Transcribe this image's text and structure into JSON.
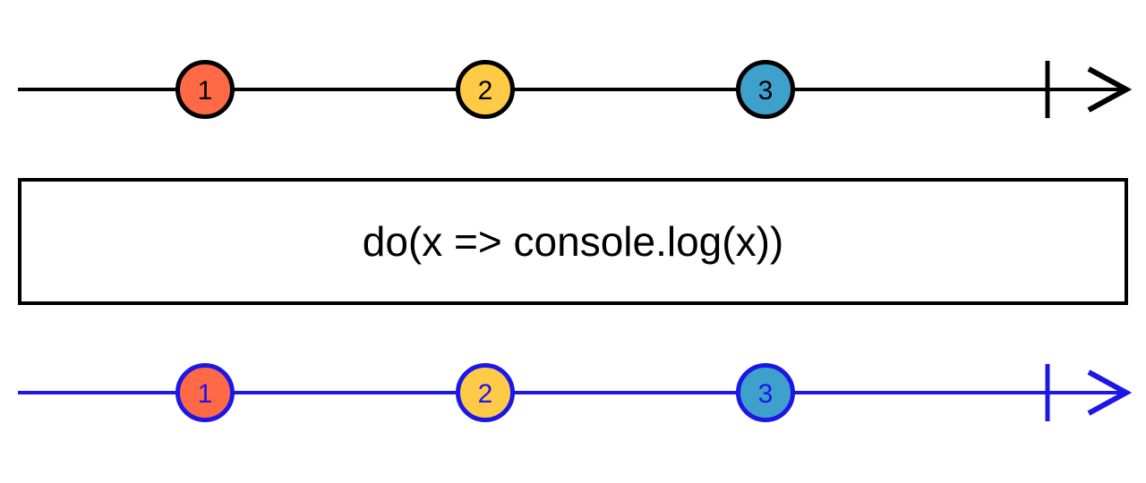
{
  "diagram": {
    "type": "marble-diagram",
    "operator": {
      "label": "do(x => console.log(x))"
    },
    "colors": {
      "background": "#ffffff",
      "input_stroke": "#000000",
      "output_stroke": "#1c16e8",
      "marble_orange": "#ff6946",
      "marble_yellow": "#ffcb46",
      "marble_blue": "#3ea1cb"
    },
    "icons": {
      "arrowhead": "chevron-right-arrowhead",
      "complete_tick": "vertical-completion-bar"
    },
    "input_stream": {
      "marbles": [
        {
          "value": "1",
          "fill": "#ff6946"
        },
        {
          "value": "2",
          "fill": "#ffcb46"
        },
        {
          "value": "3",
          "fill": "#3ea1cb"
        }
      ]
    },
    "output_stream": {
      "marbles": [
        {
          "value": "1",
          "fill": "#ff6946"
        },
        {
          "value": "2",
          "fill": "#ffcb46"
        },
        {
          "value": "3",
          "fill": "#3ea1cb"
        }
      ]
    }
  }
}
